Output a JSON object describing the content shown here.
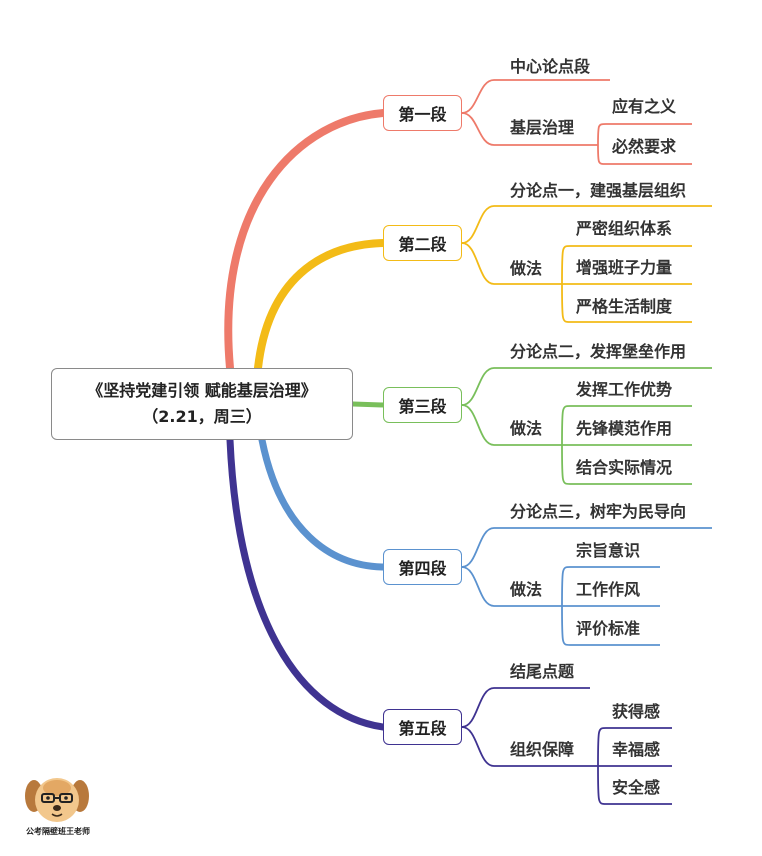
{
  "root": {
    "line1": "《坚持党建引领 赋能基层治理》",
    "line2": "（2.21，周三）"
  },
  "colors": {
    "seg1": "#ee7a6a",
    "seg2": "#f3bb17",
    "seg3": "#79bf5b",
    "seg4": "#5b92cf",
    "seg5": "#3f3391"
  },
  "sections": [
    {
      "label": "第一段",
      "items": [
        "中心论点段",
        "基层治理",
        "应有之义",
        "必然要求"
      ]
    },
    {
      "label": "第二段",
      "items": [
        "分论点一，建强基层组织",
        "做法",
        "严密组织体系",
        "增强班子力量",
        "严格生活制度"
      ]
    },
    {
      "label": "第三段",
      "items": [
        "分论点二，发挥堡垒作用",
        "做法",
        "发挥工作优势",
        "先锋模范作用",
        "结合实际情况"
      ]
    },
    {
      "label": "第四段",
      "items": [
        "分论点三，树牢为民导向",
        "做法",
        "宗旨意识",
        "工作作风",
        "评价标准"
      ]
    },
    {
      "label": "第五段",
      "items": [
        "结尾点题",
        "组织保障",
        "获得感",
        "幸福感",
        "安全感"
      ]
    }
  ],
  "watermark": {
    "caption": "公考隔壁班王老师",
    "icon": "dog-mascot-icon"
  }
}
